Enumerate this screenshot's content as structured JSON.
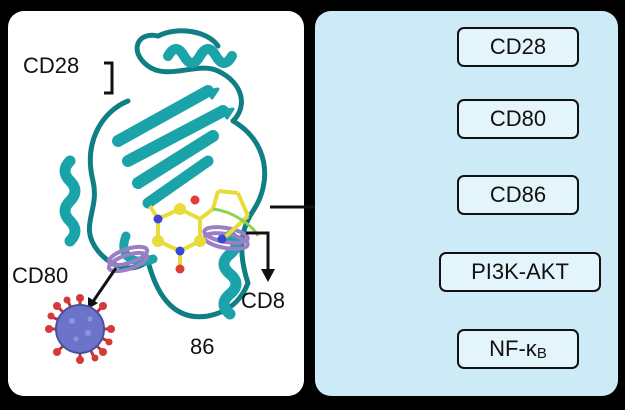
{
  "structure_labels": {
    "cd28": "CD28",
    "cd80": "CD80",
    "cd8": "CD8",
    "residue": "86"
  },
  "pathway": {
    "boxes": [
      {
        "id": "cd28",
        "label": "CD28"
      },
      {
        "id": "cd80",
        "label": "CD80"
      },
      {
        "id": "cd86",
        "label": "CD86"
      },
      {
        "id": "pi3k",
        "label": "PI3K-AKT"
      },
      {
        "id": "nfkb",
        "label": "NF-κ",
        "subscript": "B"
      }
    ]
  },
  "colors": {
    "background": "#000000",
    "left_panel": "#ffffff",
    "right_panel": "#cdeaf7",
    "box_fill": "#e4f4fb",
    "protein": "#1aa3a8",
    "ligand": "#e8dc3a",
    "ring": "#9a7fc6",
    "virus_body": "#6b74c9",
    "virus_spike": "#d33a3a"
  },
  "icons": [
    "protein-ribbon-structure-icon",
    "small-molecule-ligand-icon",
    "virus-particle-icon"
  ]
}
